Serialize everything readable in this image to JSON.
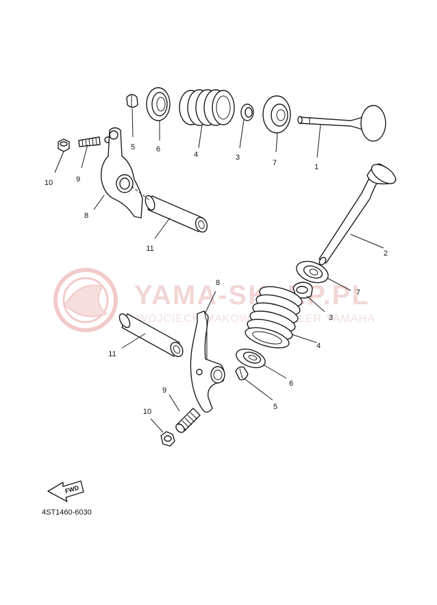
{
  "watermark": {
    "brand": "YAMA-SKLEP.PL",
    "subtitle": "WOJCIECH MAKOWICZ DEALER YAMAHA",
    "color": "#e8a0a0"
  },
  "diagram": {
    "code": "4ST1460-6030",
    "fwd_label": "FWD"
  },
  "callouts_top": [
    {
      "num": "1",
      "part": "exhaust-valve"
    },
    {
      "num": "3",
      "part": "valve-seal"
    },
    {
      "num": "4",
      "part": "valve-spring"
    },
    {
      "num": "5",
      "part": "valve-cotter"
    },
    {
      "num": "6",
      "part": "valve-retainer"
    },
    {
      "num": "7",
      "part": "spring-seat"
    },
    {
      "num": "8",
      "part": "rocker-arm"
    },
    {
      "num": "9",
      "part": "adjusting-screw"
    },
    {
      "num": "10",
      "part": "locknut"
    },
    {
      "num": "11",
      "part": "rocker-shaft"
    }
  ],
  "callouts_bottom": [
    {
      "num": "2",
      "part": "intake-valve"
    },
    {
      "num": "7",
      "part": "spring-seat"
    },
    {
      "num": "3",
      "part": "valve-seal"
    },
    {
      "num": "4",
      "part": "valve-spring"
    },
    {
      "num": "6",
      "part": "valve-retainer"
    },
    {
      "num": "5",
      "part": "valve-cotter"
    },
    {
      "num": "8",
      "part": "rocker-arm"
    },
    {
      "num": "11",
      "part": "rocker-shaft"
    },
    {
      "num": "9",
      "part": "adjusting-screw"
    },
    {
      "num": "10",
      "part": "locknut"
    }
  ]
}
